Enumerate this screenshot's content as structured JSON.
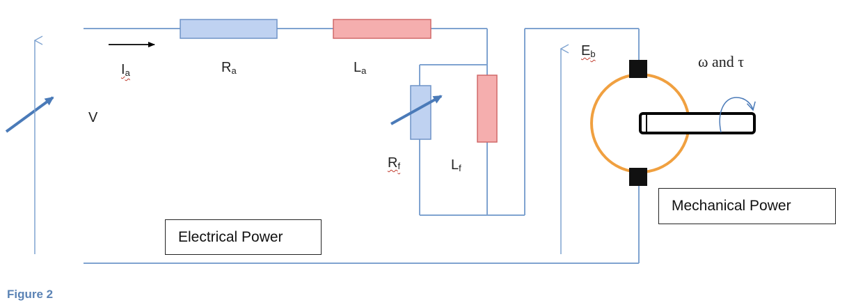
{
  "labels": {
    "current": "I",
    "current_sub": "a",
    "armature_resistance": "R",
    "armature_resistance_sub": "a",
    "armature_inductance": "L",
    "armature_inductance_sub": "a",
    "voltage": "V",
    "field_resistance": "R",
    "field_resistance_sub": "f",
    "field_inductance": "L",
    "field_inductance_sub": "f",
    "back_emf": "E",
    "back_emf_sub": "b",
    "omega_tau": "ω and τ"
  },
  "boxes": {
    "electrical": "Electrical Power",
    "mechanical": "Mechanical Power"
  },
  "caption": "Figure 2",
  "colors": {
    "wire": "#7fa3d0",
    "resistor_fill": "#bfd2f1",
    "resistor_stroke": "#6f93c7",
    "inductor_fill": "#f5aeae",
    "inductor_stroke": "#d06868",
    "arrow_blue": "#4a7ab8",
    "rotor": "#f0a040",
    "brush": "#111111"
  }
}
